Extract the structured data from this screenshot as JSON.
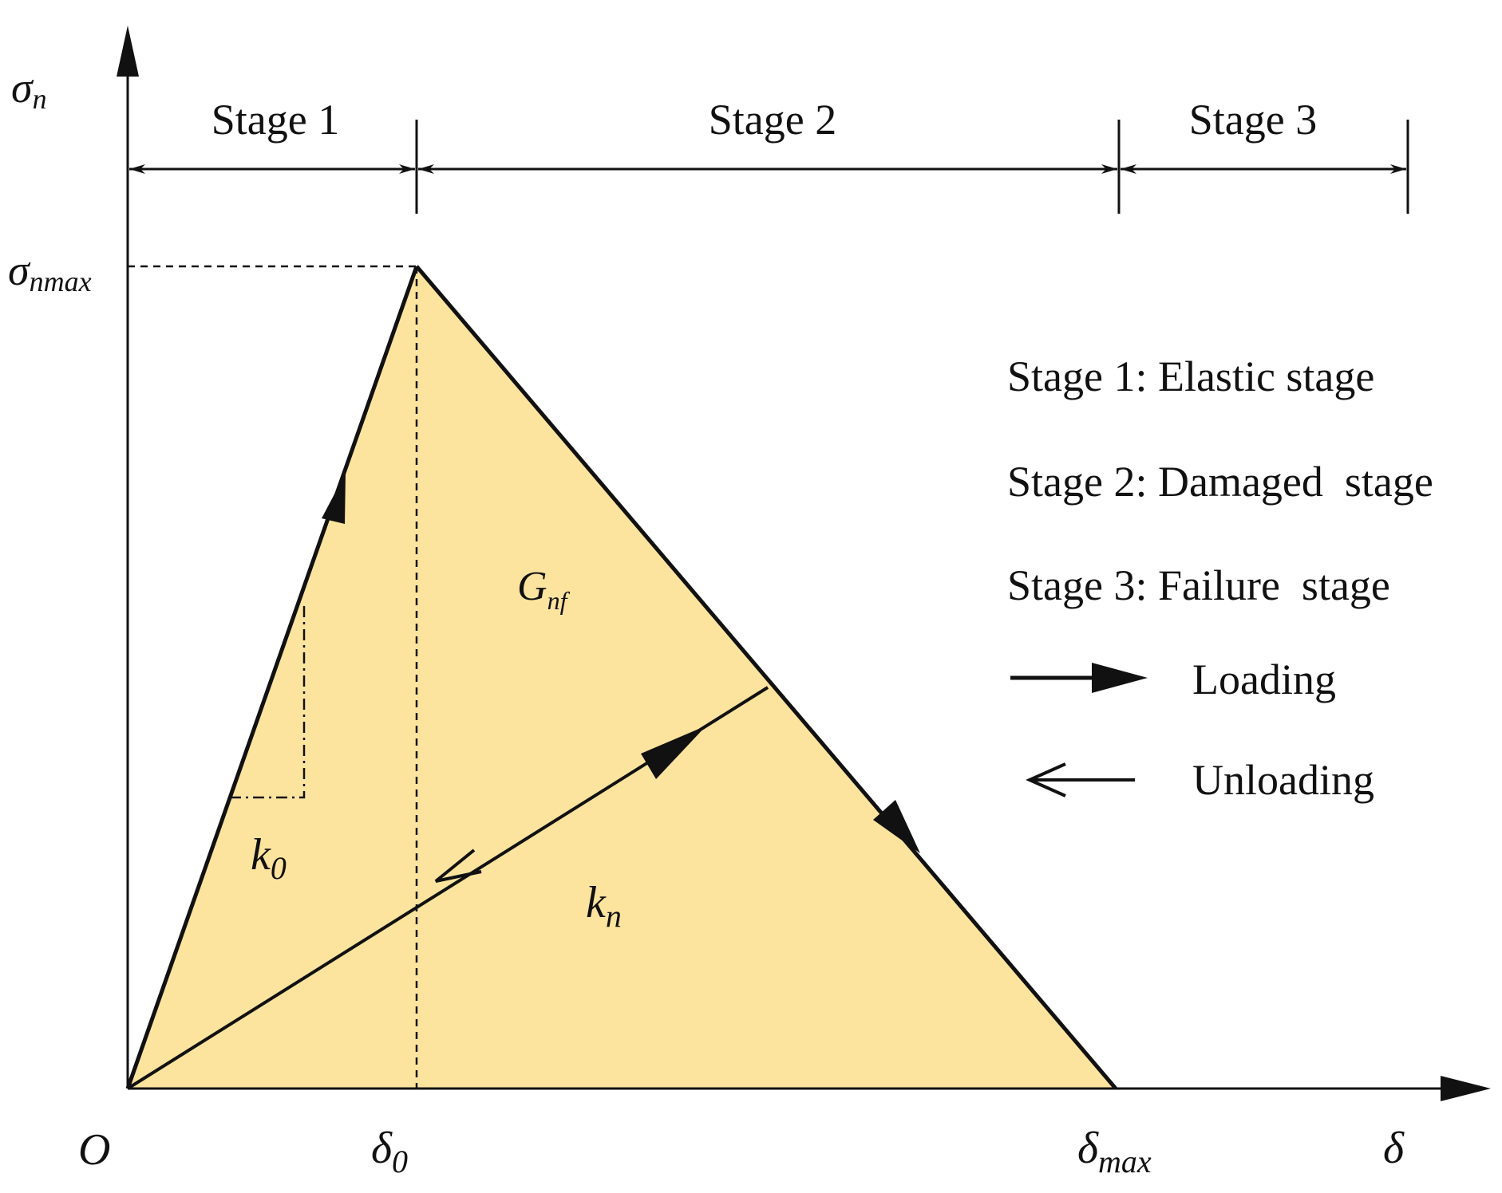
{
  "axes": {
    "y_symbol": "σ",
    "y_sub": "n",
    "x_symbol": "δ",
    "origin": "O"
  },
  "markers": {
    "sigma_nmax": {
      "symbol": "σ",
      "sub": "nmax"
    },
    "delta_0": {
      "symbol": "δ",
      "sub": "0"
    },
    "delta_max": {
      "symbol": "δ",
      "sub": "max"
    }
  },
  "stages": [
    "Stage 1",
    "Stage 2",
    "Stage 3"
  ],
  "region_labels": {
    "energy": {
      "symbol": "G",
      "sub": "nf"
    },
    "k0": {
      "symbol": "k",
      "sub": "0"
    },
    "kn": {
      "symbol": "k",
      "sub": "n"
    }
  },
  "legend": {
    "stage1": "Stage 1: Elastic stage",
    "stage2": "Stage 2: Damaged  stage",
    "stage3": "Stage 3: Failure  stage",
    "loading": "Loading",
    "unloading": "Unloading"
  },
  "colors": {
    "fill": "#fde49e",
    "stroke": "#111111"
  }
}
